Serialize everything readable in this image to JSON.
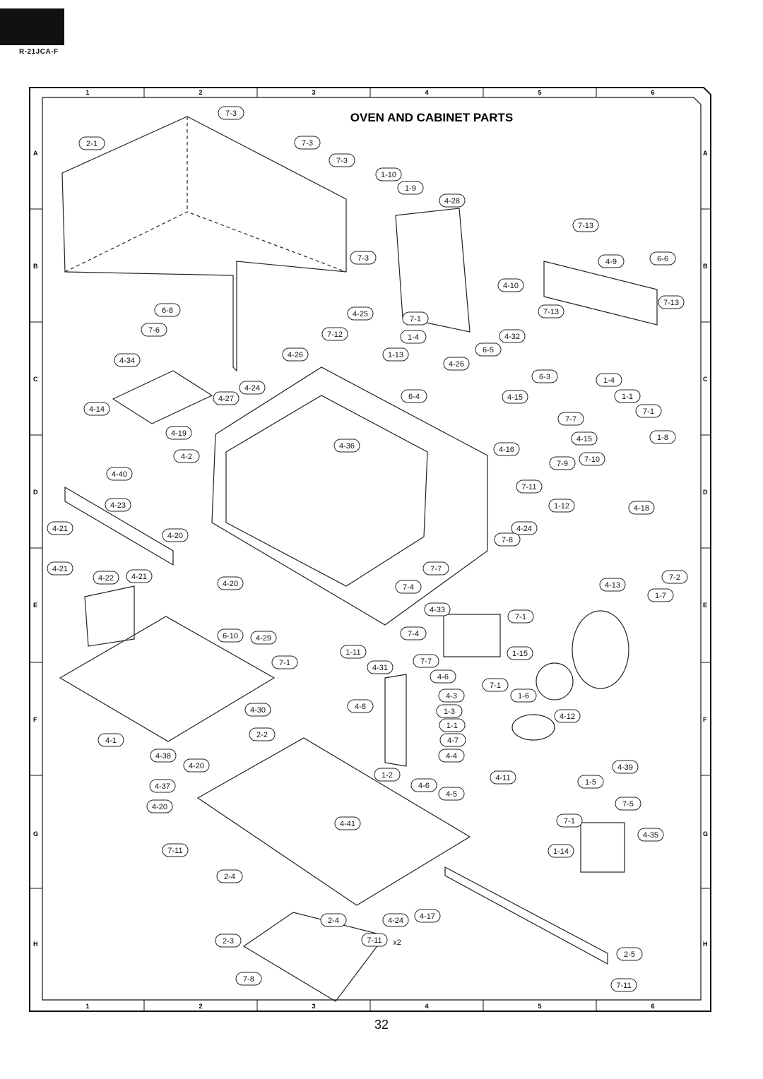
{
  "header": {
    "model": "R-21JCA-F"
  },
  "title": "OVEN AND CABINET PARTS",
  "page_number": "32",
  "grid": {
    "columns": [
      "1",
      "2",
      "3",
      "4",
      "5",
      "6"
    ],
    "rows": [
      "A",
      "B",
      "C",
      "D",
      "E",
      "F",
      "G",
      "H"
    ]
  },
  "callouts": [
    "7-3",
    "2-1",
    "7-3",
    "7-3",
    "1-10",
    "1-9",
    "4-28",
    "7-13",
    "7-3",
    "4-9",
    "6-6",
    "4-10",
    "7-13",
    "6-8",
    "4-25",
    "7-1",
    "7-13",
    "7-6",
    "7-12",
    "1-4",
    "4-32",
    "4-26",
    "1-13",
    "6-5",
    "4-34",
    "4-26",
    "6-3",
    "1-4",
    "4-24",
    "6-4",
    "4-27",
    "4-15",
    "1-1",
    "4-14",
    "7-7",
    "7-1",
    "4-19",
    "4-15",
    "1-8",
    "4-36",
    "4-16",
    "4-2",
    "7-9",
    "7-10",
    "4-40",
    "7-11",
    "4-23",
    "1-12",
    "4-18",
    "4-21",
    "4-20",
    "4-24",
    "7-8",
    "4-21",
    "4-22",
    "4-21",
    "7-7",
    "7-2",
    "4-20",
    "7-4",
    "4-13",
    "1-7",
    "4-33",
    "7-1",
    "6-10",
    "4-29",
    "7-4",
    "1-11",
    "7-1",
    "7-7",
    "1-15",
    "4-31",
    "4-6",
    "7-1",
    "4-3",
    "1-6",
    "4-8",
    "1-3",
    "4-30",
    "4-12",
    "1-1",
    "4-1",
    "2-2",
    "4-7",
    "4-38",
    "4-4",
    "4-20",
    "4-39",
    "1-2",
    "4-11",
    "1-5",
    "4-37",
    "4-6",
    "4-5",
    "4-20",
    "7-5",
    "4-41",
    "7-1",
    "7-11",
    "4-35",
    "1-14",
    "2-4",
    "2-4",
    "4-24",
    "4-17",
    "2-3",
    "7-11",
    "x2",
    "2-5",
    "7-8",
    "7-11"
  ]
}
